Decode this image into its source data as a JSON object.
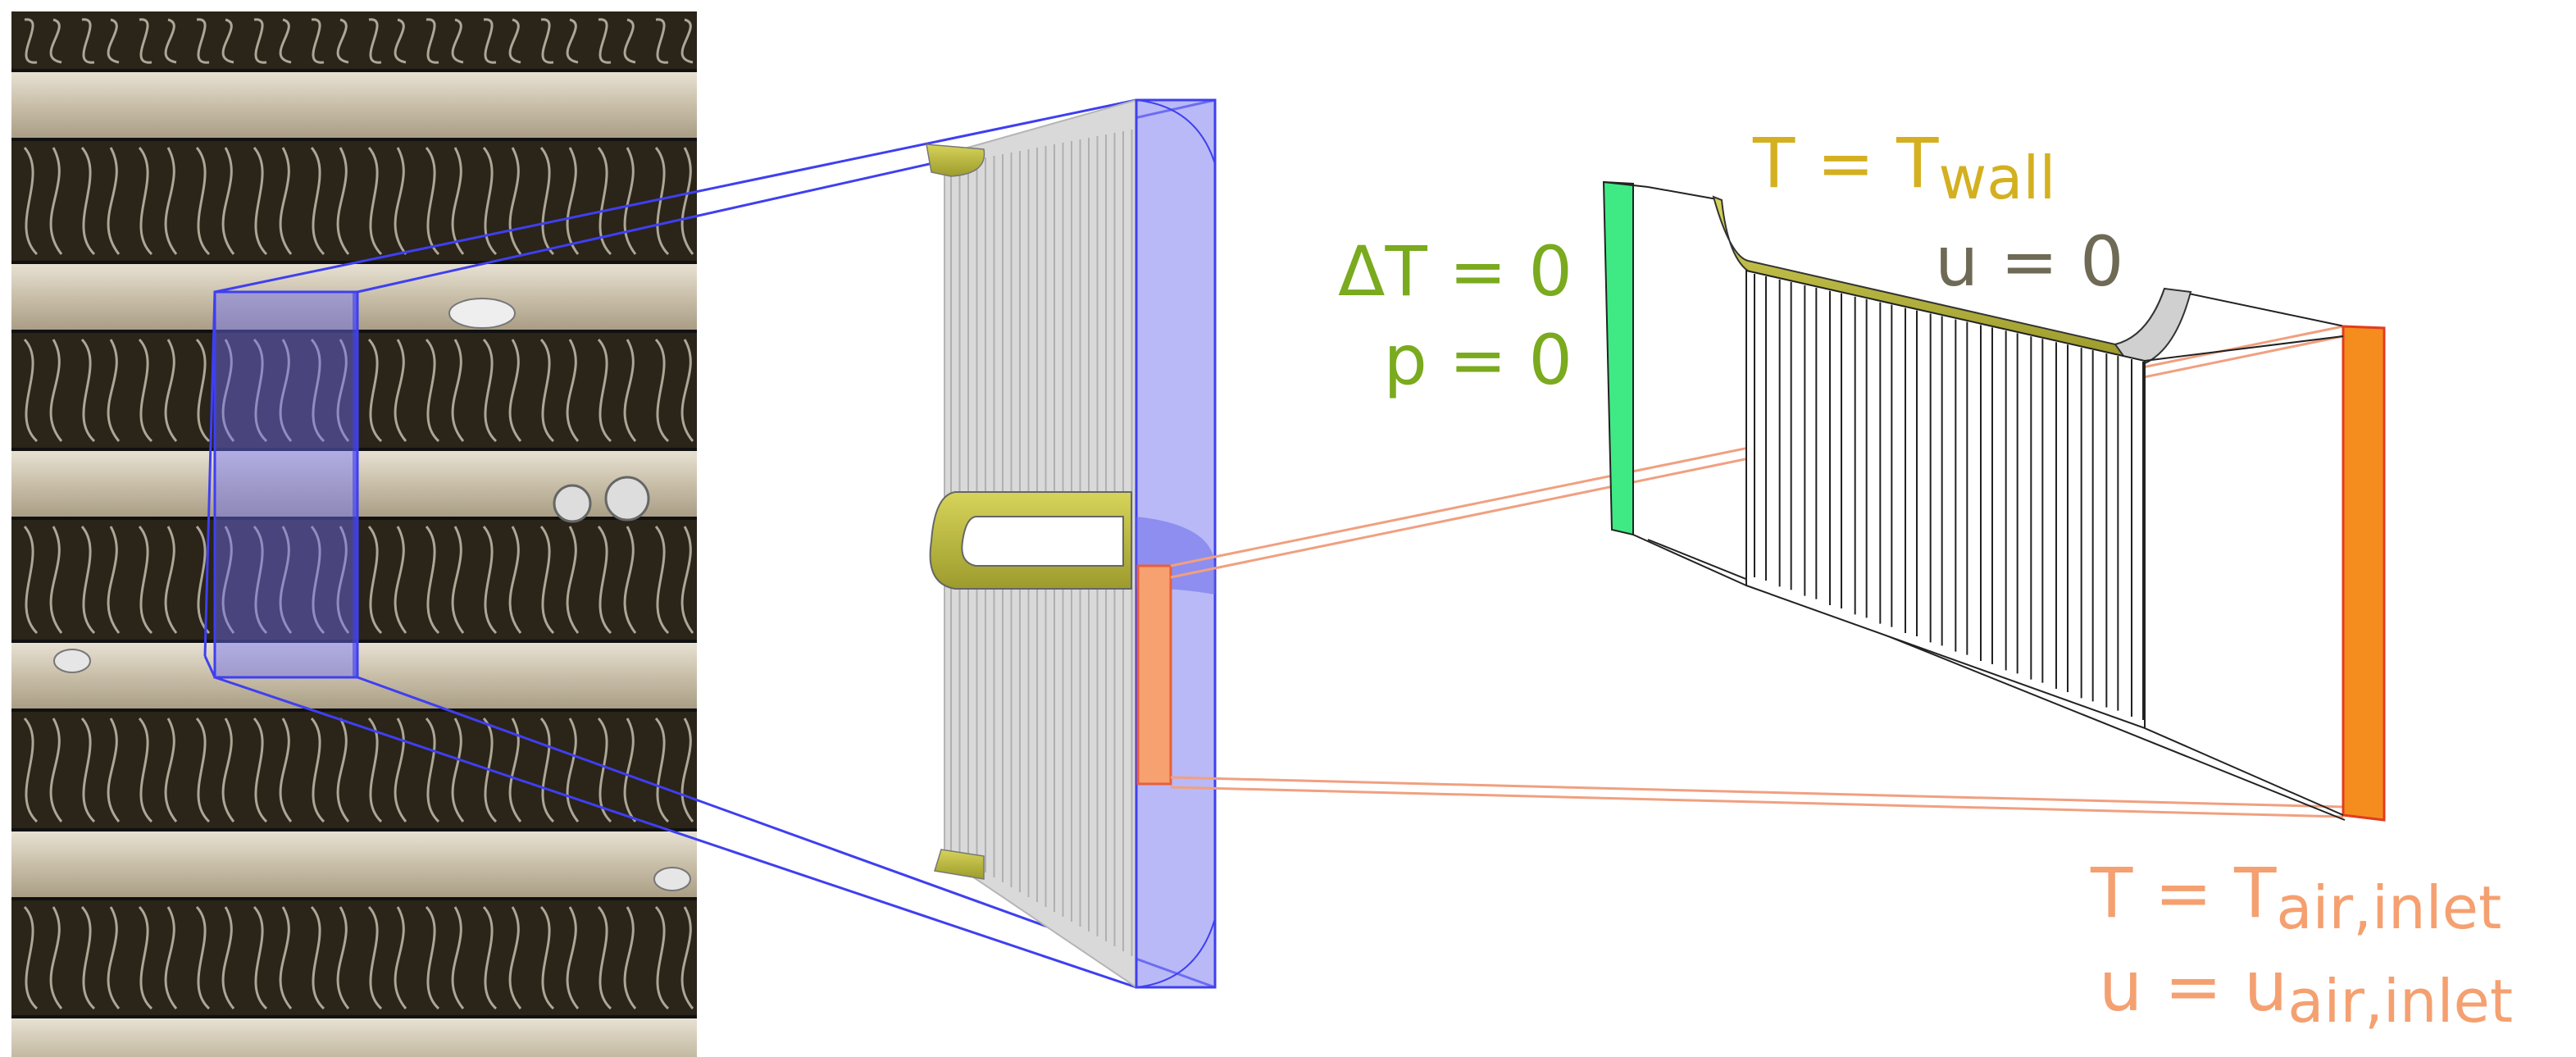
{
  "colors": {
    "background": "#ffffff",
    "photo_dark": "#2a2419",
    "photo_strip": "#cfc6b3",
    "selection_blue": "#3f3ff0",
    "selection_fill": "#8080ff",
    "wall_olive": "#b4b43c",
    "fin_gray": "#cfcfcf",
    "symmetry_green": "#3fea84",
    "outlet_text_green": "#7aaa1e",
    "wall_text_gold": "#d4b020",
    "noslip_text_gray": "#6f6a55",
    "inlet_orange": "#f58c1e",
    "inlet_text_orange": "#f5a070",
    "inlet_edge_red": "#e23c1e",
    "callout_salmon": "#f0a080"
  },
  "icons": {
    "photo": "radiator-fin-photo",
    "unit_cell": "unit-cell-3d",
    "detail": "detail-cell-3d"
  },
  "labels": {
    "wall_T": "T = T",
    "wall_T_sub": "wall",
    "noslip": "u = 0",
    "outlet_T": "ΔT = 0",
    "outlet_p": "p = 0",
    "inlet_T": "T = T",
    "inlet_T_sub": "air,inlet",
    "inlet_u": "u = u",
    "inlet_u_sub": "air,inlet"
  }
}
